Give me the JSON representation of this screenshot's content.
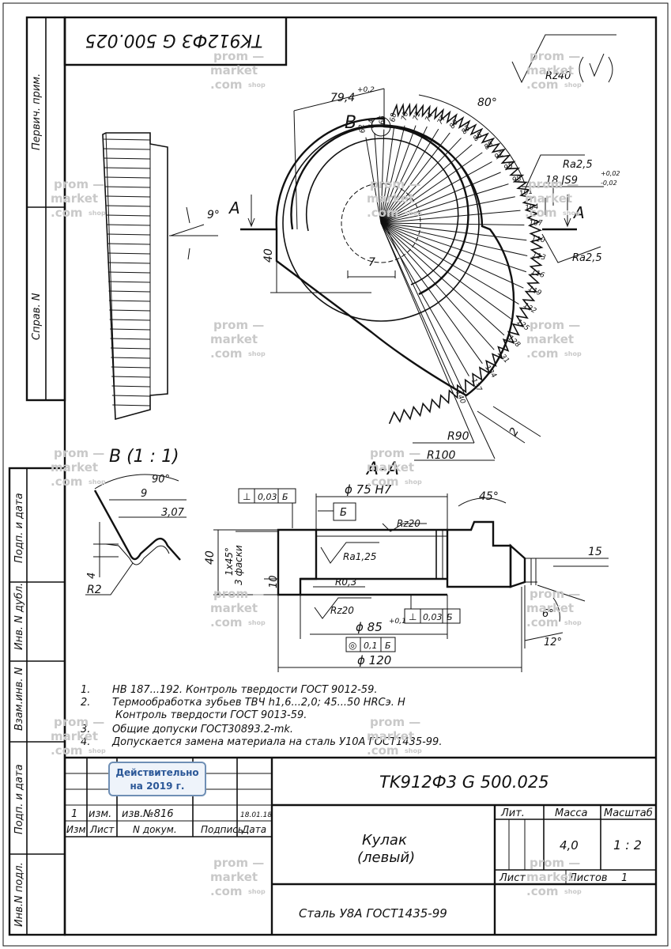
{
  "stamp_top": "TK912Ф3 G 500.025",
  "side_labels": {
    "first_use": "Первич. прим.",
    "ref_no": "Справ. N",
    "sign_date_1": "Подп. и дата",
    "inv_dup": "Инв. N дубл.",
    "replace_inv": "Взам.инв. N",
    "sign_date_2": "Подп. и дата",
    "inv_orig": "Инв.N подл."
  },
  "watermark": {
    "line1": "prom",
    "line2": "market",
    "line3": ".com",
    "suffix": "shop"
  },
  "badge": {
    "line1": "Действительно",
    "line2": "на 2019 г."
  },
  "roughness_general": "Rz40",
  "main_view": {
    "dim_width": "79,4",
    "dim_width_tol": "+0,2",
    "angle_total": "80°",
    "label_b": "B",
    "section_a_left": "A",
    "section_a_right": "A",
    "dim_40": "40",
    "dim_7": "7",
    "angle_9": "9°",
    "ra_top": "Ra2,5",
    "slot": "18 JS9",
    "slot_tol_upper": "+0,02",
    "slot_tol_lower": "-0,02",
    "ra_right": "Ra2,5",
    "r90": "R90",
    "r100": "R100",
    "dim_2": "2",
    "tooth_marks": [
      "62",
      "64",
      "66",
      "68",
      "70",
      "72",
      "74",
      "77",
      "80",
      "83",
      "86",
      "89",
      "92",
      "95",
      "98",
      "101",
      "104",
      "107",
      "110",
      "113",
      "116",
      "119",
      "122",
      "125",
      "128",
      "131",
      "134",
      "137",
      "140"
    ]
  },
  "detail_b": {
    "title": "B   (1 : 1)",
    "angle": "90°",
    "dim_9": "9",
    "dim_307": "3,07",
    "dim_4": "4",
    "r2": "R2"
  },
  "section_aa": {
    "title": "A–A",
    "tol_frame_1": {
      "symbol": "⊥",
      "value": "0,03",
      "datum": "Б"
    },
    "dia_75": "ϕ 75 H7",
    "datum_b": "Б",
    "rz20_top": "Rz20",
    "angle_45": "45°",
    "dim_40": "40",
    "chamfer": "1x45°",
    "chamfer_note": "3 фаски",
    "ra125": "Ra1,25",
    "dim_10": "10",
    "r03": "R0,3",
    "rz20_bottom": "Rz20",
    "tol_frame_2": {
      "symbol": "⊥",
      "value": "0,03",
      "datum": "Б"
    },
    "dia_85": "ϕ 85",
    "dia_85_tol": "+0,1",
    "tol_frame_3": {
      "symbol": "◎",
      "value": "0,1",
      "datum": "Б"
    },
    "dia_120": "ϕ 120",
    "dim_15": "15",
    "angle_6": "6°",
    "angle_12": "12°"
  },
  "notes": [
    {
      "num": "1.",
      "text": "HB 187...192. Контроль твердости ГОСТ 9012-59."
    },
    {
      "num": "2.",
      "text": "Термообработка зубьев ТВЧ h1,6...2,0;  45...50 HRCэ.  H"
    },
    {
      "num": "",
      "text": "Контроль твердости ГОСТ 9013-59."
    },
    {
      "num": "3.",
      "text": "Общие  допуски ГОСТ30893.2-mk."
    },
    {
      "num": "4.",
      "text": "Допускается замена материала на сталь У10А ГОСТ1435-99."
    }
  ],
  "title_block": {
    "designation": "TK912Ф3 G 500.025",
    "part_name_1": "Кулак",
    "part_name_2": "(левый)",
    "material": "Сталь У8А ГОСТ1435-99",
    "hdr_lit": "Лит.",
    "hdr_mass": "Масса",
    "hdr_scale": "Масштаб",
    "mass": "4,0",
    "scale": "1 : 2",
    "hdr_sheet": "Лист",
    "hdr_sheets": "Листов",
    "sheets": "1",
    "change_row": {
      "num": "1",
      "izm": "изм.",
      "doc": "изв.№816",
      "date": "18.01.18"
    },
    "col_izm": "Изм",
    "col_list": "Лист",
    "col_ndoc": "N докум.",
    "col_sign": "Подпись",
    "col_date": "Дата"
  }
}
